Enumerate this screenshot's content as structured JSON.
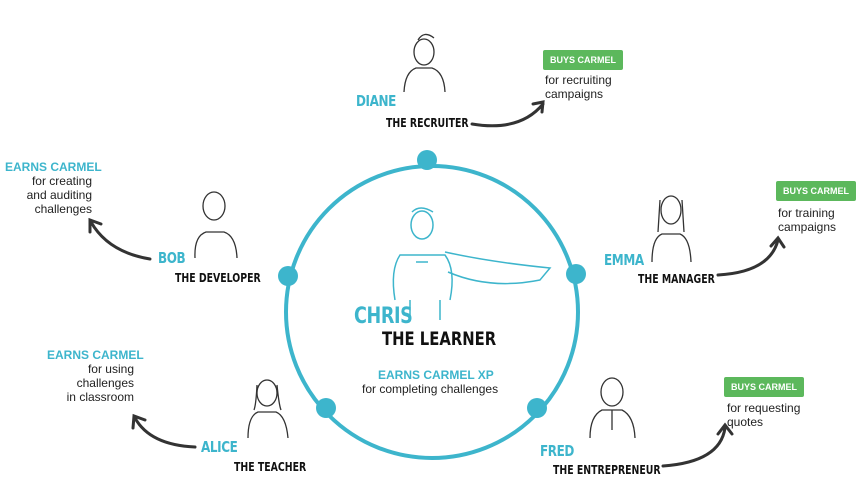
{
  "colors": {
    "accent": "#3db5cc",
    "badge": "#5cb85c"
  },
  "center": {
    "name": "CHRIS",
    "role": "THE LEARNER",
    "earn": "EARNS CARMEL XP",
    "desc": "for completing challenges"
  },
  "people": {
    "diane": {
      "name": "DIANE",
      "role": "THE RECRUITER",
      "badge": "BUYS CARMEL",
      "desc1": "for recruiting",
      "desc2": "campaigns"
    },
    "emma": {
      "name": "EMMA",
      "role": "THE MANAGER",
      "badge": "BUYS CARMEL",
      "desc1": "for training",
      "desc2": "campaigns"
    },
    "fred": {
      "name": "FRED",
      "role": "THE ENTREPRENEUR",
      "badge": "BUYS CARMEL",
      "desc1": "for requesting",
      "desc2": "quotes"
    },
    "bob": {
      "name": "BOB",
      "role": "THE DEVELOPER",
      "earn": "EARNS CARMEL",
      "desc1": "for creating",
      "desc2": "and auditing",
      "desc3": "challenges"
    },
    "alice": {
      "name": "ALICE",
      "role": "THE TEACHER",
      "earn": "EARNS CARMEL",
      "desc1": "for using",
      "desc2": "challenges",
      "desc3": "in classroom"
    }
  }
}
